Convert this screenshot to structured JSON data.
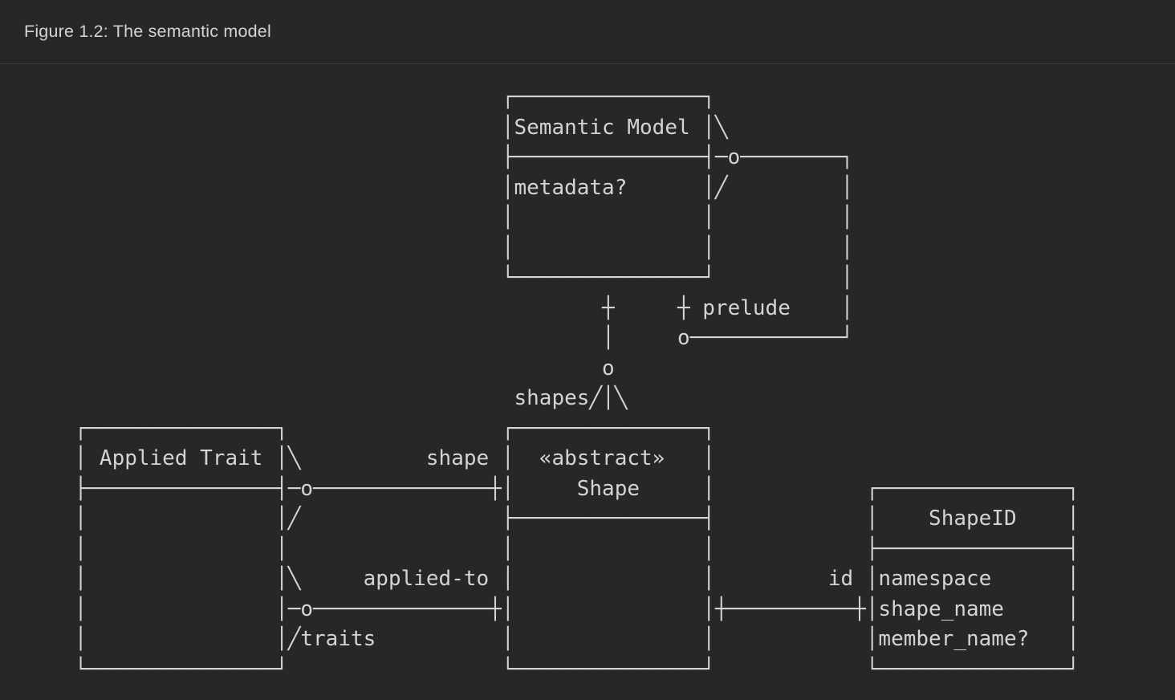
{
  "header": {
    "caption": "Figure 1.2: The semantic model"
  },
  "diagram": {
    "lines": [
      "                                      ┌───────────────┐",
      "                                      │Semantic Model │╲",
      "                                      ├───────────────┤─o────────┐",
      "                                      │metadata?      │╱         │",
      "                                      │               │          │",
      "                                      │               │          │",
      "                                      └───────────────┘          │",
      "                                              ┼     ┼ prelude    │",
      "                                              │     o────────────┘",
      "                                              o",
      "                                       shapes╱│╲",
      "    ┌───────────────┐                 ┌───────────────┐",
      "    │ Applied Trait │╲          shape │  «abstract»   │",
      "    ├───────────────┤─o──────────────┼│     Shape     │            ┌───────────────┐",
      "    │               │╱                ├───────────────┤            │    ShapeID    │",
      "    │               │                 │               │            ├───────────────┤",
      "    │               │╲     applied-to │               │         id │namespace      │",
      "    │               │─o──────────────┼│               │┼──────────┼│shape_name     │",
      "    │               │╱traits          │               │            │member_name?   │",
      "    └───────────────┘                 └───────────────┘            └───────────────┘"
    ],
    "entities": [
      {
        "name": "Semantic Model",
        "fields": [
          "metadata?"
        ]
      },
      {
        "name": "Shape",
        "stereotype": "«abstract»",
        "fields": []
      },
      {
        "name": "Applied Trait",
        "fields": []
      },
      {
        "name": "ShapeID",
        "fields": [
          "namespace",
          "shape_name",
          "member_name?"
        ]
      }
    ],
    "relationships": [
      {
        "from": "Semantic Model",
        "label": "prelude"
      },
      {
        "from": "Semantic Model",
        "to": "Shape",
        "label": "shapes"
      },
      {
        "from": "Applied Trait",
        "to": "Shape",
        "label": "shape"
      },
      {
        "from": "Applied Trait",
        "to": "Shape",
        "label": "applied-to",
        "role": "/traits"
      },
      {
        "from": "Shape",
        "to": "ShapeID",
        "label": "id"
      }
    ]
  },
  "colors": {
    "background": "#272727",
    "divider": "#3b3b3b",
    "caption_text": "#d2d3d4",
    "diagram_stroke": "#d4d4d4"
  }
}
